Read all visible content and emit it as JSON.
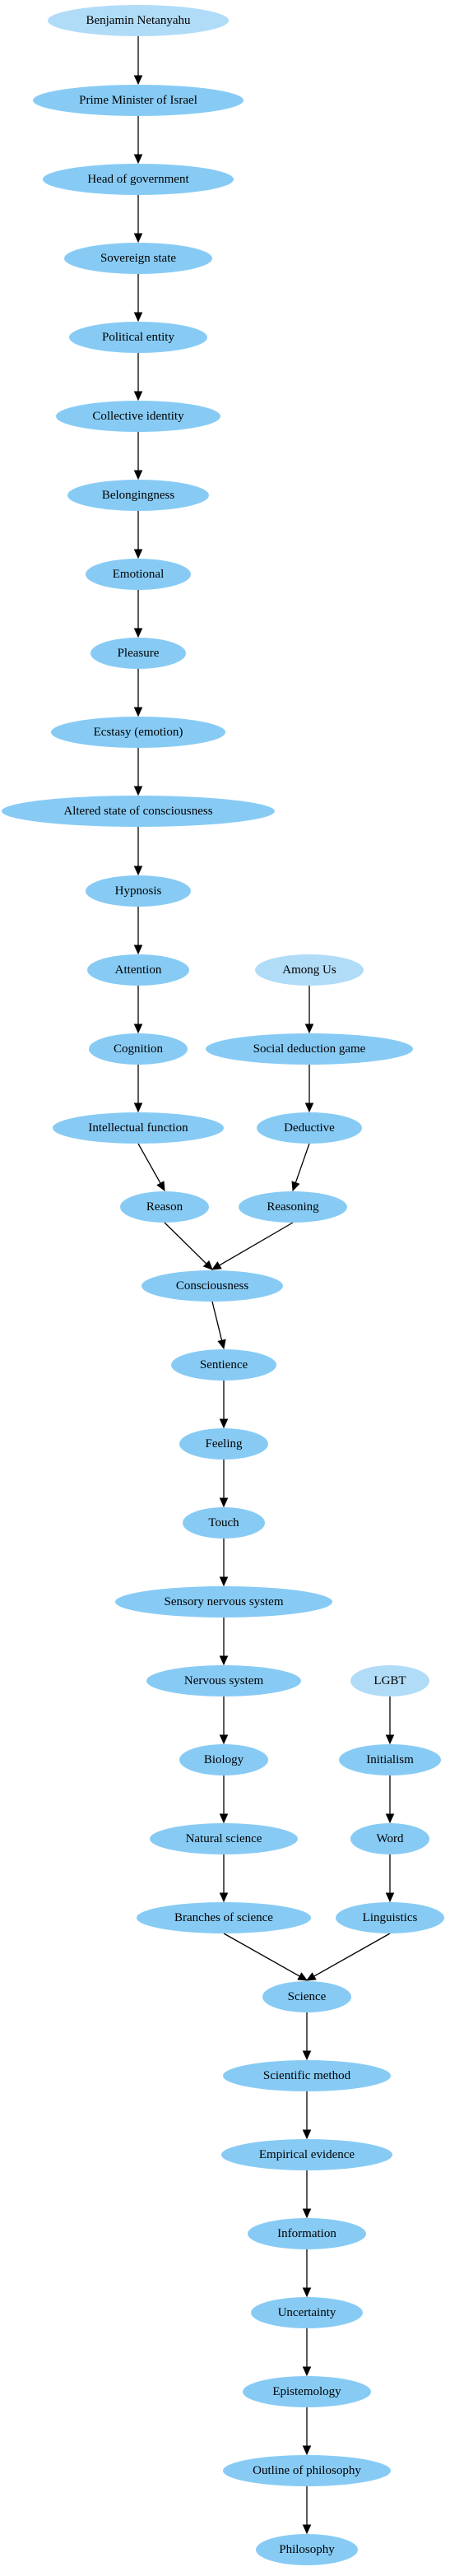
{
  "colors": {
    "start_node": "#b0dcf8",
    "node": "#87cbf5",
    "edge": "#000000",
    "background": "#ffffff"
  },
  "nodes": [
    {
      "id": "n1",
      "label": "Benjamin Netanyahu",
      "kind": "start"
    },
    {
      "id": "n2",
      "label": "Prime Minister of Israel",
      "kind": "normal"
    },
    {
      "id": "n3",
      "label": "Head of government",
      "kind": "normal"
    },
    {
      "id": "n4",
      "label": "Sovereign state",
      "kind": "normal"
    },
    {
      "id": "n5",
      "label": "Political entity",
      "kind": "normal"
    },
    {
      "id": "n6",
      "label": "Collective identity",
      "kind": "normal"
    },
    {
      "id": "n7",
      "label": "Belongingness",
      "kind": "normal"
    },
    {
      "id": "n8",
      "label": "Emotional",
      "kind": "normal"
    },
    {
      "id": "n9",
      "label": "Pleasure",
      "kind": "normal"
    },
    {
      "id": "n10",
      "label": "Ecstasy (emotion)",
      "kind": "normal"
    },
    {
      "id": "n11",
      "label": "Altered state of consciousness",
      "kind": "normal"
    },
    {
      "id": "n12",
      "label": "Hypnosis",
      "kind": "normal"
    },
    {
      "id": "n13",
      "label": "Attention",
      "kind": "normal"
    },
    {
      "id": "n14",
      "label": "Cognition",
      "kind": "normal"
    },
    {
      "id": "n15",
      "label": "Intellectual function",
      "kind": "normal"
    },
    {
      "id": "n16",
      "label": "Reason",
      "kind": "normal"
    },
    {
      "id": "a1",
      "label": "Among Us",
      "kind": "start"
    },
    {
      "id": "a2",
      "label": "Social deduction game",
      "kind": "normal"
    },
    {
      "id": "a3",
      "label": "Deductive",
      "kind": "normal"
    },
    {
      "id": "a4",
      "label": "Reasoning",
      "kind": "normal"
    },
    {
      "id": "c1",
      "label": "Consciousness",
      "kind": "normal"
    },
    {
      "id": "c2",
      "label": "Sentience",
      "kind": "normal"
    },
    {
      "id": "c3",
      "label": "Feeling",
      "kind": "normal"
    },
    {
      "id": "c4",
      "label": "Touch",
      "kind": "normal"
    },
    {
      "id": "c5",
      "label": "Sensory nervous system",
      "kind": "normal"
    },
    {
      "id": "c6",
      "label": "Nervous system",
      "kind": "normal"
    },
    {
      "id": "c7",
      "label": "Biology",
      "kind": "normal"
    },
    {
      "id": "c8",
      "label": "Natural science",
      "kind": "normal"
    },
    {
      "id": "c9",
      "label": "Branches of science",
      "kind": "normal"
    },
    {
      "id": "l1",
      "label": "LGBT",
      "kind": "start"
    },
    {
      "id": "l2",
      "label": "Initialism",
      "kind": "normal"
    },
    {
      "id": "l3",
      "label": "Word",
      "kind": "normal"
    },
    {
      "id": "l4",
      "label": "Linguistics",
      "kind": "normal"
    },
    {
      "id": "s1",
      "label": "Science",
      "kind": "normal"
    },
    {
      "id": "s2",
      "label": "Scientific method",
      "kind": "normal"
    },
    {
      "id": "s3",
      "label": "Empirical evidence",
      "kind": "normal"
    },
    {
      "id": "s4",
      "label": "Information",
      "kind": "normal"
    },
    {
      "id": "s5",
      "label": "Uncertainty",
      "kind": "normal"
    },
    {
      "id": "s6",
      "label": "Epistemology",
      "kind": "normal"
    },
    {
      "id": "s7",
      "label": "Outline of philosophy",
      "kind": "normal"
    },
    {
      "id": "s8",
      "label": "Philosophy",
      "kind": "normal"
    }
  ],
  "edges": [
    [
      "n1",
      "n2"
    ],
    [
      "n2",
      "n3"
    ],
    [
      "n3",
      "n4"
    ],
    [
      "n4",
      "n5"
    ],
    [
      "n5",
      "n6"
    ],
    [
      "n6",
      "n7"
    ],
    [
      "n7",
      "n8"
    ],
    [
      "n8",
      "n9"
    ],
    [
      "n9",
      "n10"
    ],
    [
      "n10",
      "n11"
    ],
    [
      "n11",
      "n12"
    ],
    [
      "n12",
      "n13"
    ],
    [
      "n13",
      "n14"
    ],
    [
      "n14",
      "n15"
    ],
    [
      "n15",
      "n16"
    ],
    [
      "n16",
      "c1"
    ],
    [
      "a1",
      "a2"
    ],
    [
      "a2",
      "a3"
    ],
    [
      "a3",
      "a4"
    ],
    [
      "a4",
      "c1"
    ],
    [
      "c1",
      "c2"
    ],
    [
      "c2",
      "c3"
    ],
    [
      "c3",
      "c4"
    ],
    [
      "c4",
      "c5"
    ],
    [
      "c5",
      "c6"
    ],
    [
      "c6",
      "c7"
    ],
    [
      "c7",
      "c8"
    ],
    [
      "c8",
      "c9"
    ],
    [
      "c9",
      "s1"
    ],
    [
      "l1",
      "l2"
    ],
    [
      "l2",
      "l3"
    ],
    [
      "l3",
      "l4"
    ],
    [
      "l4",
      "s1"
    ],
    [
      "s1",
      "s2"
    ],
    [
      "s2",
      "s3"
    ],
    [
      "s3",
      "s4"
    ],
    [
      "s4",
      "s5"
    ],
    [
      "s5",
      "s6"
    ],
    [
      "s6",
      "s7"
    ],
    [
      "s7",
      "s8"
    ]
  ]
}
